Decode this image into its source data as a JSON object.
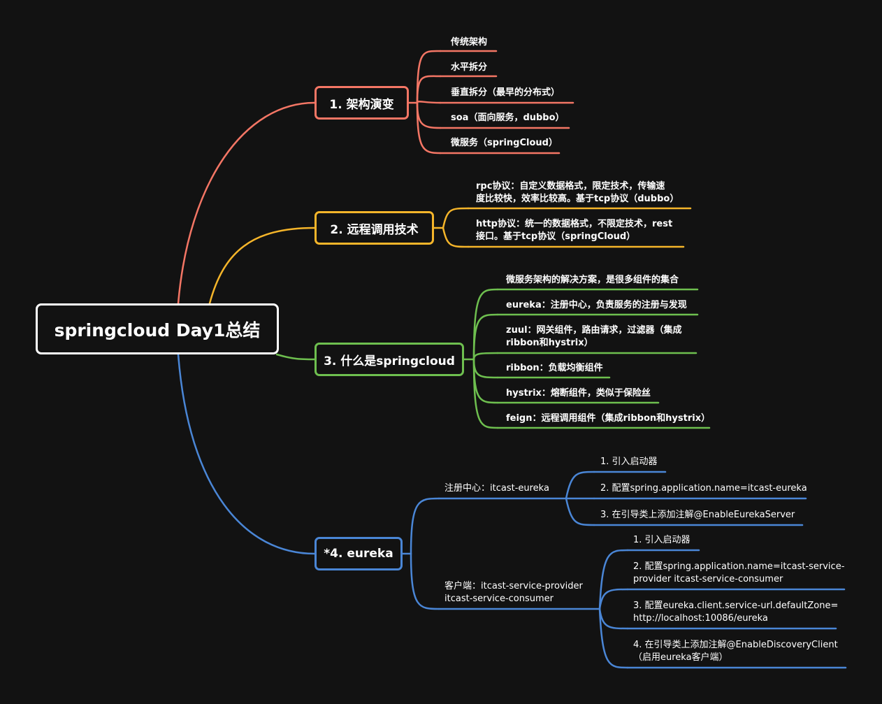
{
  "root": {
    "title": "springcloud Day1总结"
  },
  "branches": [
    {
      "title": "1. 架构演变",
      "color": "#F47665",
      "items": [
        "传统架构",
        "水平拆分",
        "垂直拆分（最早的分布式）",
        "soa（面向服务，dubbo）",
        "微服务（springCloud）"
      ]
    },
    {
      "title": "2. 远程调用技术",
      "color": "#F5B52A",
      "items": [
        [
          "rpc协议：自定义数据格式，限定技术，传输速",
          "度比较快，效率比较高。基于tcp协议（dubbo）"
        ],
        [
          "http协议：统一的数据格式，不限定技术，rest",
          "接口。基于tcp协议（springCloud）"
        ]
      ]
    },
    {
      "title": "3. 什么是springcloud",
      "color": "#6EBF4F",
      "items": [
        [
          "微服务架构的解决方案，是很多组件的集合"
        ],
        [
          "eureka：注册中心，负责服务的注册与发现"
        ],
        [
          "zuul：网关组件，路由请求，过滤器（集成",
          "ribbon和hystrix）"
        ],
        [
          "ribbon：负载均衡组件"
        ],
        [
          "hystrix：熔断组件，类似于保险丝"
        ],
        [
          "feign：远程调用组件（集成ribbon和hystrix）"
        ]
      ]
    },
    {
      "title": "*4. eureka",
      "color": "#4A86D6",
      "server": {
        "label": "注册中心：itcast-eureka",
        "items": [
          "1. 引入启动器",
          "2. 配置spring.application.name=itcast-eureka",
          "3. 在引导类上添加注解@EnableEurekaServer"
        ]
      },
      "client": {
        "label": [
          "客户端：itcast-service-provider",
          "itcast-service-consumer"
        ],
        "items": [
          [
            "1. 引入启动器"
          ],
          [
            "2. 配置spring.application.name=itcast-service-",
            "provider itcast-service-consumer"
          ],
          [
            "3. 配置eureka.client.service-url.defaultZone=",
            "http://localhost:10086/eureka"
          ],
          [
            "4. 在引导类上添加注解@EnableDiscoveryClient",
            "（启用eureka客户端）"
          ]
        ]
      }
    }
  ]
}
